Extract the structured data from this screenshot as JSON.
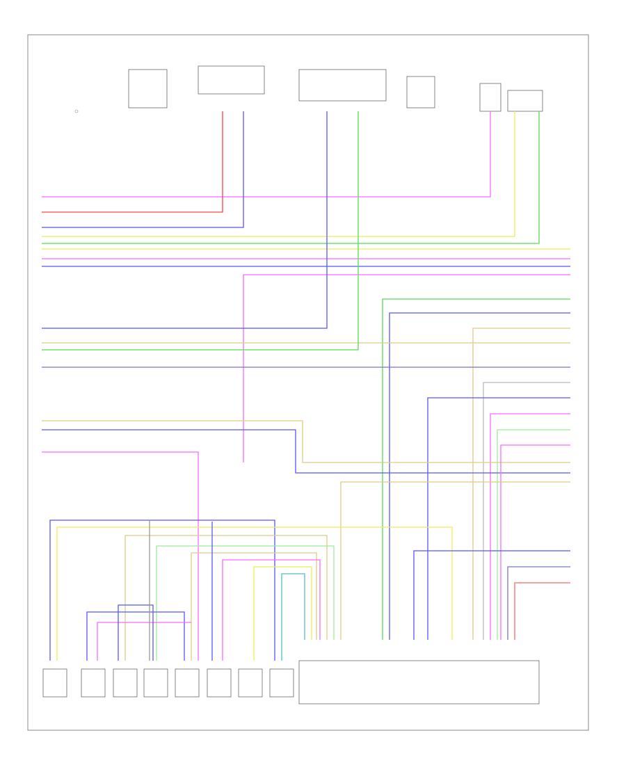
{
  "diagram": {
    "frame_label": "",
    "components": [
      {
        "id": "comp-1",
        "label": ""
      },
      {
        "id": "comp-2",
        "label": ""
      },
      {
        "id": "comp-3",
        "label": ""
      },
      {
        "id": "comp-4",
        "label": ""
      },
      {
        "id": "comp-5",
        "label": ""
      },
      {
        "id": "comp-6",
        "label": ""
      },
      {
        "id": "comp-7",
        "label": ""
      },
      {
        "id": "pcm",
        "label": ""
      },
      {
        "id": "injectors",
        "label": ""
      }
    ]
  },
  "colors": {
    "pink": "#ff66ff",
    "red": "#ff4444",
    "blue": "#5555ff",
    "yellow": "#eeee55",
    "green": "#55dd55",
    "tan": "#ddcc88",
    "violet": "#7777cc",
    "gray": "#999999",
    "lightgreen": "#99ee99",
    "cyan": "#55bbcc"
  }
}
